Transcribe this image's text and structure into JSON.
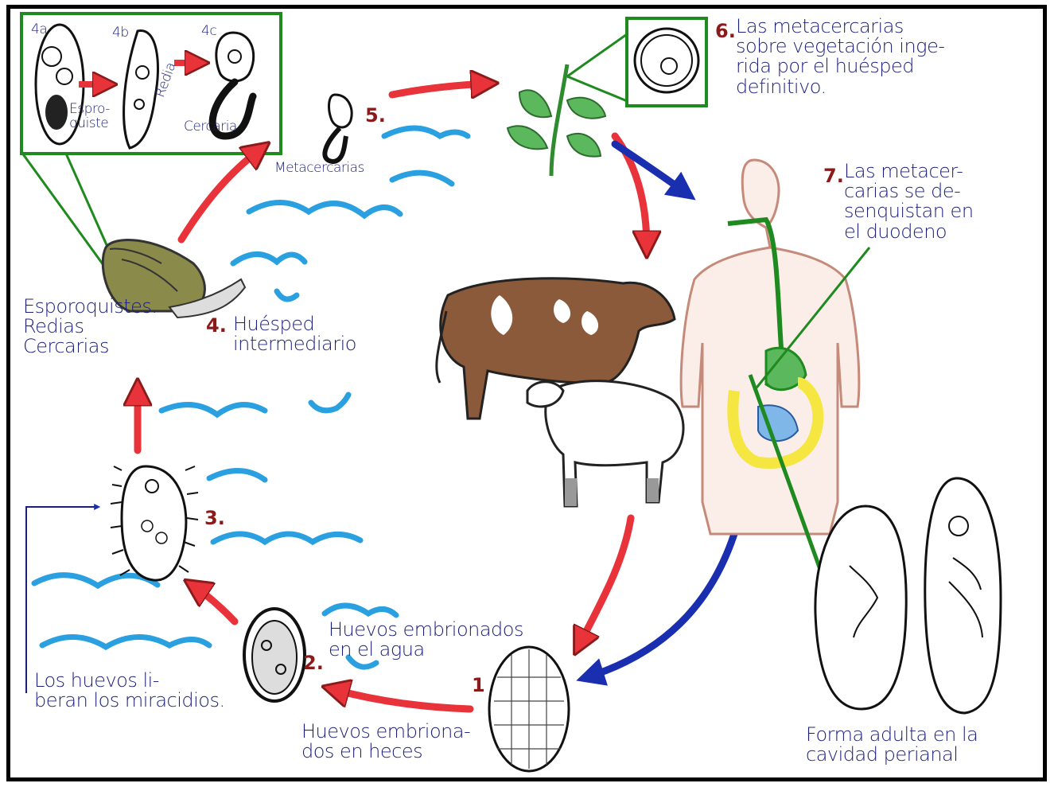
{
  "colors": {
    "ink": "#1c1f7a",
    "step_number": "#8b1a1a",
    "arrow_red": "#e8333a",
    "arrow_blue": "#1a2fb0",
    "water": "#2aa0e0",
    "frame_green": "#1f8a1f",
    "snail_shell": "#8a8a4a",
    "cow": "#8a5a3a",
    "body_outline": "#c58a7a",
    "intestine": "#f5e642"
  },
  "inset": {
    "labels": [
      "4a",
      "4b",
      "4c"
    ],
    "sporocyst": "Espro-\nquiste",
    "redia": "Redia",
    "cercaria": "Cercaria"
  },
  "steps": {
    "s1": {
      "num": "1",
      "label": "Huevos embriona-\ndos en heces"
    },
    "s2": {
      "num": "2.",
      "label": "Huevos embrionados\nen el agua"
    },
    "s3": {
      "num": "3.",
      "label": "Los huevos li-\nberan los miracidios."
    },
    "s4": {
      "num": "4.",
      "label": "Huésped\nintermediario",
      "stages": "Esporoquistes.\nRedias\nCercarias"
    },
    "s5": {
      "num": "5.",
      "label": "Metacercarias"
    },
    "s6": {
      "num": "6.",
      "label": "Las metacercarias\nsobre vegetación inge-\nrida por el huésped\ndefinitivo."
    },
    "s7": {
      "num": "7.",
      "label": "Las metacer-\ncarias se de-\nsenquistan en\nel duodeno"
    },
    "adult": {
      "label": "Forma adulta en la\ncavidad perianal"
    }
  },
  "icons": [
    "snail-icon",
    "plant-icon",
    "cow-icon",
    "sheep-icon",
    "human-body-icon",
    "egg-icon",
    "miracidium-icon",
    "adult-fluke-icon",
    "metacercaria-cyst-icon",
    "sporocyst-icon",
    "redia-icon",
    "cercaria-icon"
  ]
}
